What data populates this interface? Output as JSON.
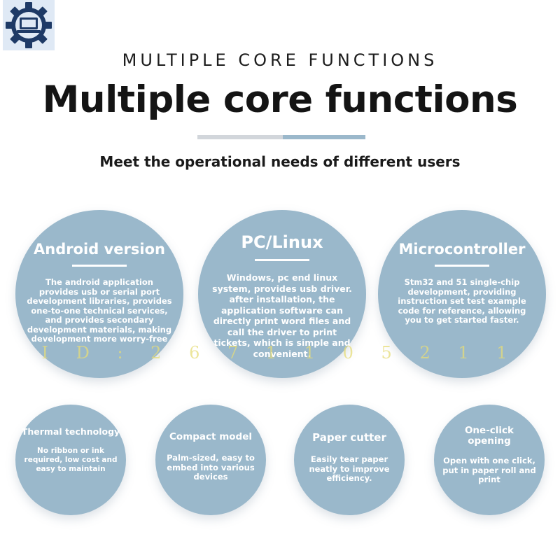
{
  "header": {
    "logo_icon": "gear-laptop-icon",
    "kicker": "MULTIPLE CORE FUNCTIONS",
    "headline": "Multiple core functions",
    "subline": "Meet the operational needs of different users"
  },
  "features_large": [
    {
      "title": "Android version",
      "description": "The android application provides usb or serial port development libraries, provides one-to-one technical services, and provides secondary development materials, making development more worry-free"
    },
    {
      "title": "PC/Linux",
      "description": "Windows, pc end linux system, provides usb driver. after installation, the application software can directly print word files and call the driver to print tickets, which is simple and convenient."
    },
    {
      "title": "Microcontroller",
      "description": "Stm32 and 51 single-chip development, providing instruction set test example code for reference, allowing you to get started faster."
    }
  ],
  "features_small": [
    {
      "title": "Thermal technology",
      "description": "No ribbon or ink required, low cost and easy to maintain"
    },
    {
      "title": "Compact model",
      "description": "Palm-sized, easy to embed into various devices"
    },
    {
      "title": "Paper cutter",
      "description": "Easily tear paper neatly to improve efficiency."
    },
    {
      "title": "One-click opening",
      "description": "Open with one click, put in paper roll and print"
    }
  ],
  "watermark": "I D : 2 6 7 1 1 0 5 2 1 1",
  "colors": {
    "circle": "#9ab8cb",
    "divider_left": "#d2d6db",
    "divider_right": "#9bb8cb",
    "text_dark": "#141414",
    "logo_navy": "#1e3a66"
  }
}
